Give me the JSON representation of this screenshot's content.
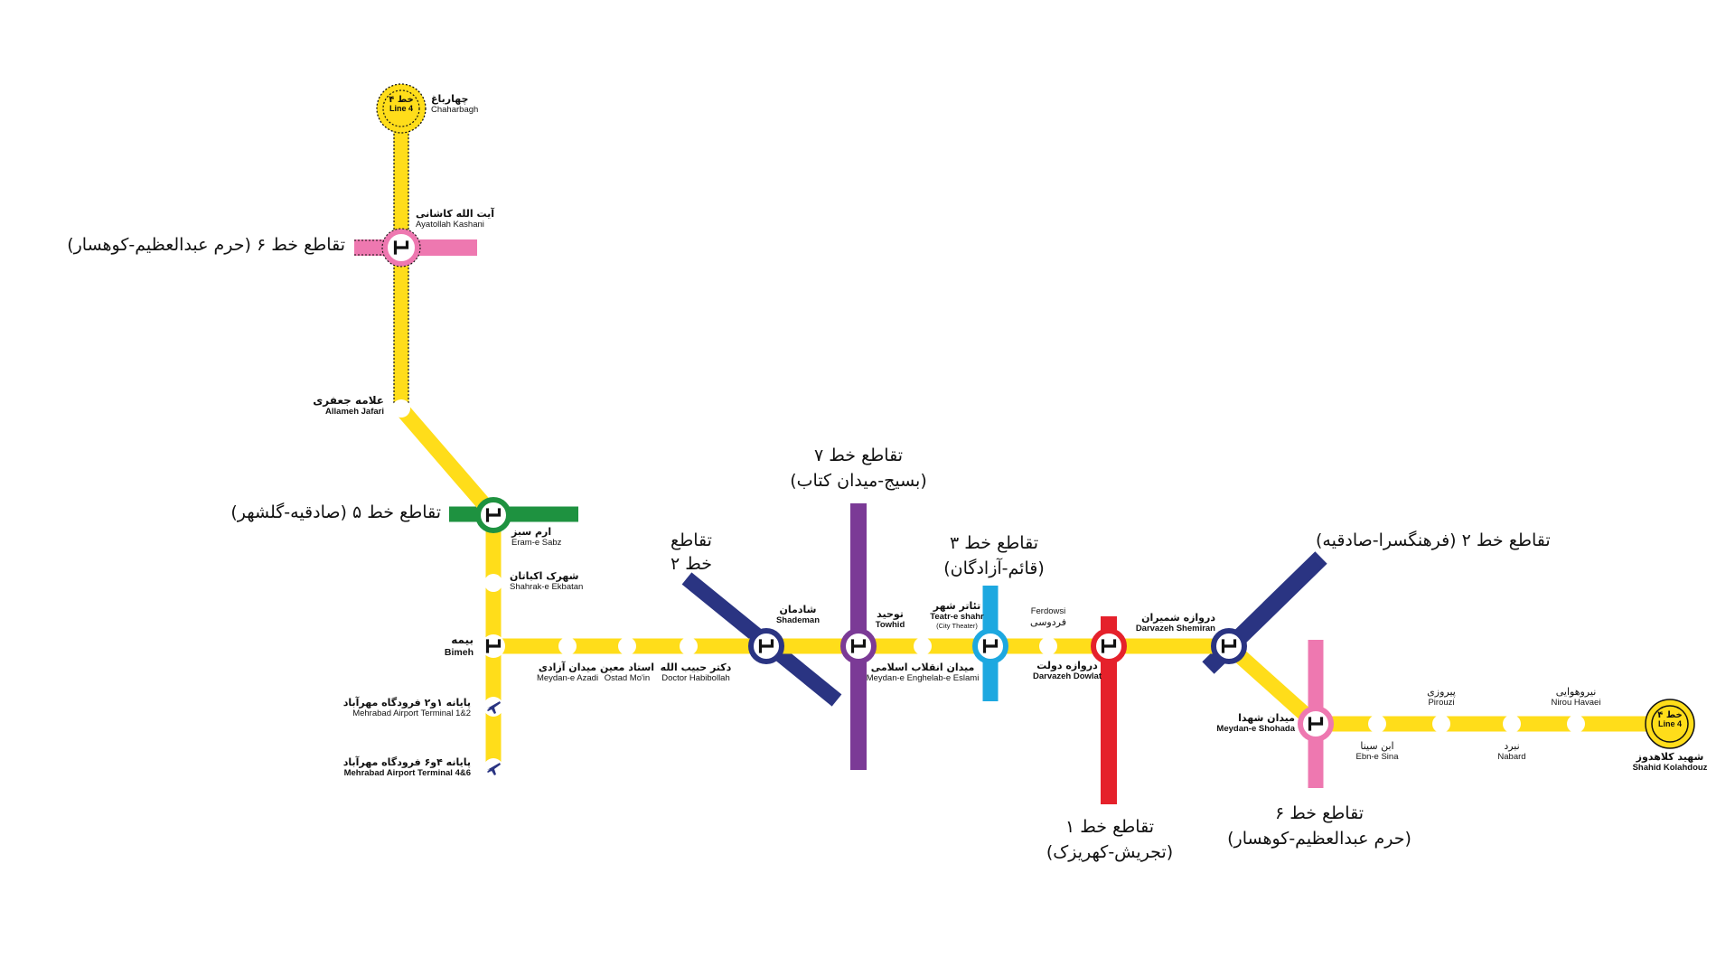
{
  "colors": {
    "line4": "#FFDD1A",
    "line1": "#E5212B",
    "line2": "#2A3482",
    "line3": "#1DA8E0",
    "line5": "#1E9240",
    "line6": "#EE78B0",
    "line7": "#7B3A96",
    "station_fill": "#ffffff"
  },
  "terminals": {
    "north": {
      "fa": "خط ۴",
      "en": "Line 4"
    },
    "east": {
      "fa": "خط ۴",
      "en": "Line 4"
    }
  },
  "stations": {
    "chaharbagh": {
      "fa": "چهارباغ",
      "en": "Chaharbagh"
    },
    "ayatollah_kashani": {
      "fa": "آیت الله کاشانی",
      "en": "Ayatollah Kashani"
    },
    "allameh_jafari": {
      "fa": "علامه جعفری",
      "en": "Allameh Jafari"
    },
    "eram_e_sabz": {
      "fa": "ارم سبز",
      "en": "Eram-e Sabz"
    },
    "shahrak_e_ekbatan": {
      "fa": "شهرک اکباتان",
      "en": "Shahrak-e Ekbatan"
    },
    "bimeh": {
      "fa": "بیمه",
      "en": "Bimeh"
    },
    "mehrabad_1_2": {
      "fa": "پایانه ۱و۲ فرودگاه مهرآباد",
      "en": "Mehrabad Airport Terminal 1&2"
    },
    "mehrabad_4_6": {
      "fa": "پایانه ۴و۶ فرودگاه مهرآباد",
      "en": "Mehrabad Airport Terminal 4&6"
    },
    "meydan_e_azadi": {
      "fa": "میدان آزادی",
      "en": "Meydan-e Azadi"
    },
    "ostad_moin": {
      "fa": "استاد معین",
      "en": "Ostad Mo'in"
    },
    "doctor_habibollah": {
      "fa": "دکتر حبیب الله",
      "en": "Doctor Habibollah"
    },
    "shademan": {
      "fa": "شادمان",
      "en": "Shademan"
    },
    "towhid": {
      "fa": "توحید",
      "en": "Towhid"
    },
    "meydan_e_enghelab": {
      "fa": "میدان انقلاب اسلامی",
      "en": "Meydan-e Enghelab-e Eslami"
    },
    "teatr_e_shahr": {
      "fa": "تئاتر شهر",
      "en": "Teatr-e shahr",
      "en2": "(City Theater)"
    },
    "ferdowsi": {
      "fa": "فردوسی",
      "en": "Ferdowsi"
    },
    "darvazeh_dowlat": {
      "fa": "دروازه دولت",
      "en": "Darvazeh Dowlat"
    },
    "darvazeh_shemiran": {
      "fa": "دروازه شمیران",
      "en": "Darvazeh Shemiran"
    },
    "meydan_e_shohada": {
      "fa": "میدان شهدا",
      "en": "Meydan-e Shohada"
    },
    "ebn_e_sina": {
      "fa": "ابن سینا",
      "en": "Ebn-e Sina"
    },
    "pirouzi": {
      "fa": "پیروزی",
      "en": "Pirouzi"
    },
    "nabard": {
      "fa": "نبرد",
      "en": "Nabard"
    },
    "nirou_havaei": {
      "fa": "نیروهوایی",
      "en": "Nirou Havaei"
    },
    "shahid_kolahdouz": {
      "fa": "شهید کلاهدوز",
      "en": "Shahid Kolahdouz"
    }
  },
  "interchanges": {
    "line6_north": "تقاطع خط ۶ (حرم عبدالعظیم-کوهسار)",
    "line5": "تقاطع خط ۵ (صادقیه-گلشهر)",
    "line7_l1": "تقاطع خط ۷",
    "line7_l2": "(بسیج-میدان کتاب)",
    "line2_west_l1": "تقاطع",
    "line2_west_l2": "خط ۲",
    "line3_l1": "تقاطع خط ۳",
    "line3_l2": "(قائم-آزادگان)",
    "line2_east": "تقاطع خط ۲ (فرهنگسرا-صادقیه)",
    "line1_l1": "تقاطع خط ۱",
    "line1_l2": "(تجریش-کهریزک)",
    "line6_south_l1": "تقاطع خط ۶",
    "line6_south_l2": "(حرم عبدالعظیم-کوهسار)"
  },
  "icons": {
    "interchange": "metro-logo-icon",
    "airport": "airplane-icon"
  }
}
